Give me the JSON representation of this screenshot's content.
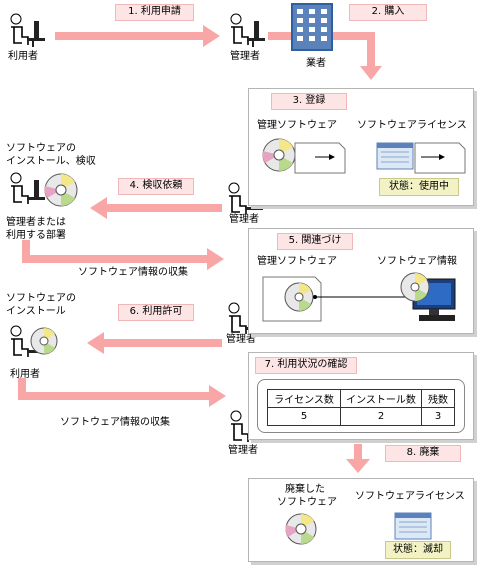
{
  "actors": {
    "user_top": "利用者",
    "admin_1": "管理者",
    "vendor": "業者",
    "admin_2": "管理者",
    "admin_3": "管理者",
    "admin_4": "管理者",
    "dept_line1": "管理者または",
    "dept_line2": "利用する部署",
    "user_bottom": "利用者"
  },
  "steps": {
    "s1": "1. 利用申請",
    "s2": "2. 購入",
    "s3": "3. 登録",
    "s4": "4. 検収依頼",
    "s5": "5. 関連づけ",
    "s6": "6. 利用許可",
    "s7": "7. 利用状況の確認",
    "s8": "8. 廃棄"
  },
  "notes": {
    "install_check_line1": "ソフトウェアの",
    "install_check_line2": "インストール、検収",
    "collect_1": "ソフトウェア情報の収集",
    "install_line1": "ソフトウェアの",
    "install_line2": "インストール",
    "collect_2": "ソフトウェア情報の収集"
  },
  "panel_register": {
    "managed_software": "管理ソフトウェア",
    "license": "ソフトウェアライセンス",
    "status": "状態：使用中"
  },
  "panel_associate": {
    "managed_software": "管理ソフトウェア",
    "software_info": "ソフトウェア情報"
  },
  "panel_usage": {
    "headers": [
      "ライセンス数",
      "インストール数",
      "残数"
    ],
    "values": [
      "5",
      "2",
      "3"
    ]
  },
  "panel_dispose": {
    "disposed_line1": "廃棄した",
    "disposed_line2": "ソフトウェア",
    "license": "ソフトウェアライセンス",
    "status": "状態：滅却"
  },
  "colors": {
    "arrow": "#f8a6a6",
    "step_bg": "#fde5e5",
    "status_bg": "#f2f2c4",
    "building": "#2f5f9e"
  }
}
